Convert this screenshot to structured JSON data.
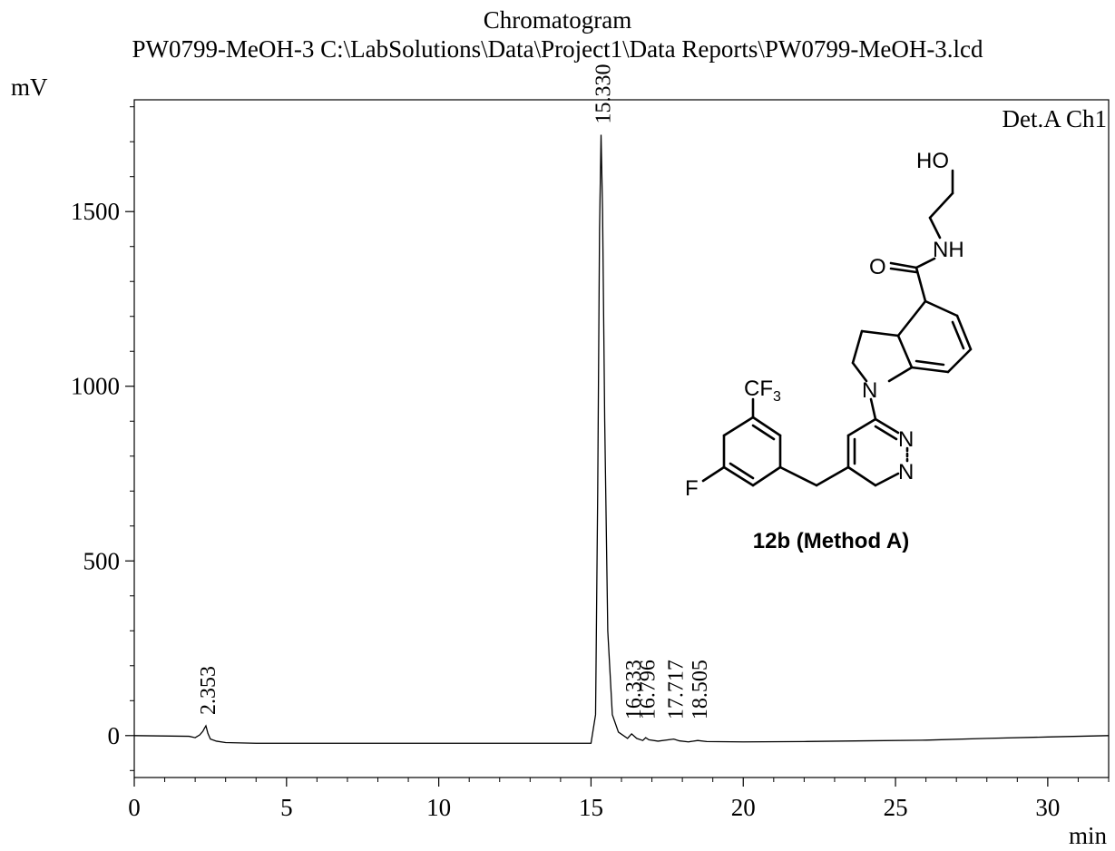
{
  "chart_data": {
    "type": "line",
    "title": "Chromatogram",
    "subtitle": "PW0799-MeOH-3 C:\\LabSolutions\\Data\\Project1\\Data Reports\\PW0799-MeOH-3.lcd",
    "ylabel": "mV",
    "xlabel": "min",
    "detector_label": "Det.A Ch1",
    "xlim": [
      0,
      32
    ],
    "ylim": [
      -120,
      1820
    ],
    "x_ticks": [
      0,
      5,
      10,
      15,
      20,
      25,
      30
    ],
    "y_ticks": [
      0,
      500,
      1000,
      1500
    ],
    "x_tick_labels": [
      "0",
      "5",
      "10",
      "15",
      "20",
      "25",
      "30"
    ],
    "y_tick_labels": [
      "0",
      "500",
      "1000",
      "1500"
    ],
    "grid": false,
    "series": [
      {
        "color": "#000000",
        "x": [
          0,
          1.8,
          2.0,
          2.15,
          2.25,
          2.3,
          2.353,
          2.42,
          2.5,
          2.7,
          3.0,
          4.0,
          5.0,
          8.0,
          10.0,
          12.0,
          14.0,
          15.0,
          15.15,
          15.22,
          15.28,
          15.33,
          15.38,
          15.45,
          15.55,
          15.7,
          15.9,
          16.2,
          16.333,
          16.5,
          16.7,
          16.796,
          16.9,
          17.2,
          17.717,
          17.9,
          18.2,
          18.505,
          18.8,
          20.0,
          22.0,
          24.0,
          26.0,
          28.0,
          30.0,
          32.0
        ],
        "y": [
          0,
          -2,
          -6,
          2,
          12,
          20,
          28,
          6,
          -10,
          -16,
          -20,
          -22,
          -22,
          -22,
          -22,
          -22,
          -22,
          -22,
          60,
          700,
          1450,
          1720,
          1500,
          900,
          300,
          60,
          10,
          -8,
          5,
          -8,
          -14,
          -6,
          -12,
          -16,
          -10,
          -15,
          -18,
          -14,
          -17,
          -18,
          -17,
          -15,
          -13,
          -8,
          -4,
          0
        ]
      }
    ],
    "peak_labels": [
      {
        "label": "2.353",
        "x": 2.353,
        "y": 28
      },
      {
        "label": "15.330",
        "x": 15.33,
        "y": 1720
      },
      {
        "label": "16.333",
        "x": 16.333,
        "y": 5
      },
      {
        "label": "16.796",
        "x": 16.796,
        "y": -6
      },
      {
        "label": "17.717",
        "x": 17.717,
        "y": -10
      },
      {
        "label": "18.505",
        "x": 18.505,
        "y": -14
      }
    ]
  },
  "structure": {
    "atoms": {
      "ho": "HO",
      "nh": "NH",
      "o": "O",
      "n_indoline": "N",
      "cf3_base": "CF",
      "cf3_sub": "3",
      "f": "F",
      "n1": "N",
      "n2": "N"
    },
    "caption": "12b (Method A)"
  }
}
